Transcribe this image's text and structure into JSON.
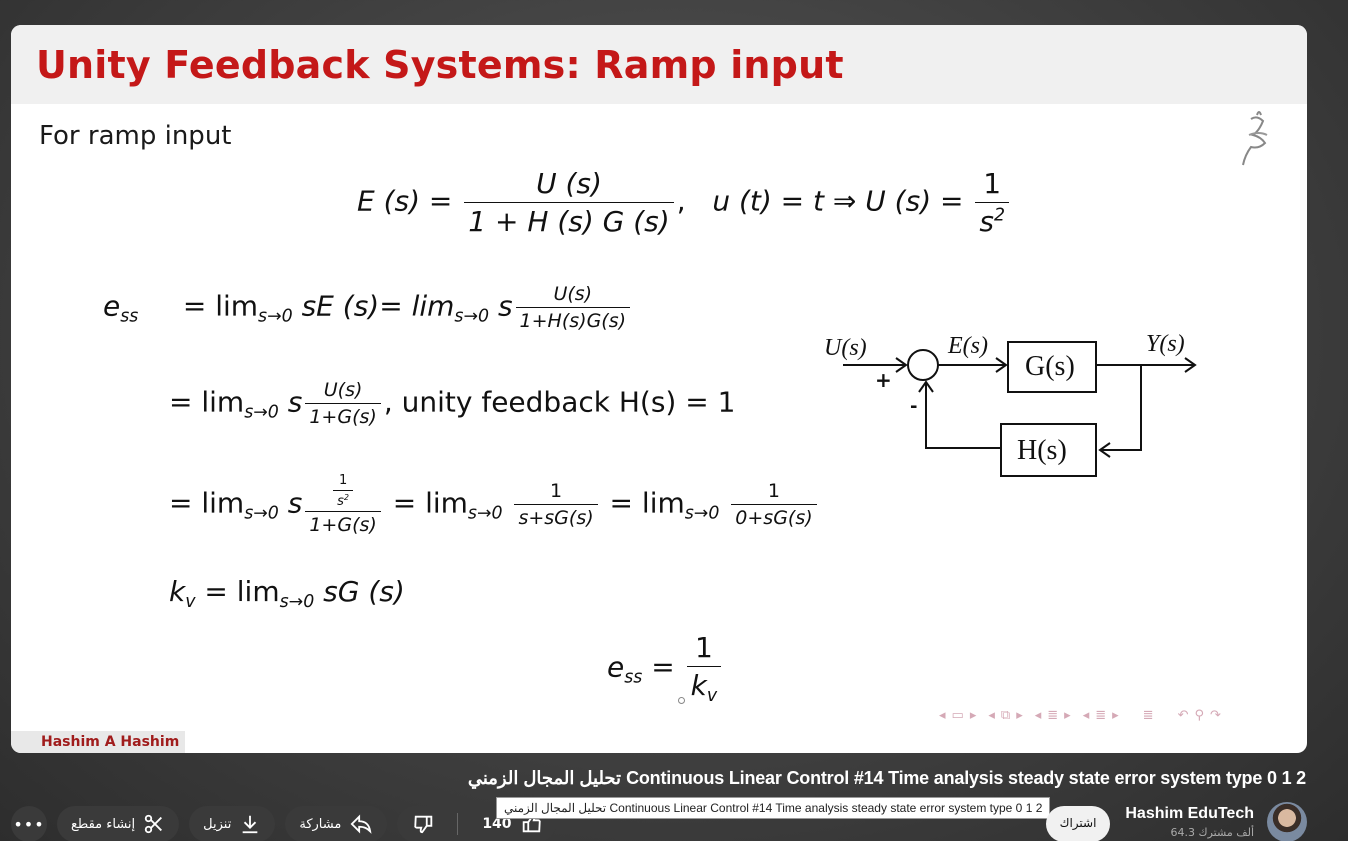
{
  "slide": {
    "title": "Unity Feedback Systems: Ramp input",
    "intro": "For ramp input",
    "logo_icon": "arabic-calligraphy-logo-icon",
    "author": "Hashim A Hashim",
    "equations": {
      "error_def": {
        "lhs": "E (s) =",
        "num": "U (s)",
        "den": "1 + H (s) G (s)",
        "tail": ",",
        "input": "u (t) = t ⇒ U (s) =",
        "input_num": "1",
        "input_den": "s",
        "input_den_exp": "2"
      },
      "ess_line1": {
        "lhs": "e",
        "lhs_sub": "ss",
        "eq": "= lim",
        "lim_sub": "s→0",
        "mid": "sE (s)= lim",
        "lim_sub2": "s→0",
        "s": "s",
        "num": "U(s)",
        "den": "1+H(s)G(s)"
      },
      "ess_line2": {
        "eq": "= lim",
        "lim_sub": "s→0",
        "s": "s",
        "num": "U(s)",
        "den": "1+G(s)",
        "tail": ", unity feedback H(s) = 1"
      },
      "ess_line3": {
        "eq": "= lim",
        "lim_sub": "s→0",
        "s": "s",
        "inner_num": "1",
        "inner_den": "s",
        "inner_den_exp": "2",
        "den": "1+G(s)",
        "eq2": "= lim",
        "lim_sub2": "s→0",
        "num2": "1",
        "den2": "s+sG(s)",
        "eq3": "= lim",
        "lim_sub3": "s→0",
        "num3": "1",
        "den3": "0+sG(s)"
      },
      "kv": {
        "lhs": "k",
        "lhs_sub": "v",
        "eq": "= lim",
        "lim_sub": "s→0",
        "rhs": "sG (s)"
      },
      "final": {
        "lhs": "e",
        "lhs_sub": "ss",
        "eq": "=",
        "num": "1",
        "den": "k",
        "den_sub": "v"
      }
    },
    "diagram": {
      "input_label": "U(s)",
      "error_label": "E(s)",
      "output_label": "Y(s)",
      "forward_block": "G(s)",
      "feedback_block": "H(s)",
      "plus_sign": "+",
      "minus_sign": "-"
    },
    "nav_icons": [
      "prev-frame-icon",
      "frame-icon",
      "next-frame-icon",
      "prev-subsection-icon",
      "subsection-icon",
      "next-subsection-icon",
      "prev-section-icon",
      "section-icon",
      "next-section-icon",
      "prev-slide-icon",
      "slide-icon",
      "next-slide-icon",
      "toc-icon",
      "back-icon",
      "search-icon",
      "forward-icon"
    ]
  },
  "video": {
    "title": "تحليل المجال الزمني Continuous Linear Control #14 Time analysis steady state error system type 0 1 2",
    "tooltip": "تحليل المجال الزمني Continuous Linear Control #14 Time analysis steady state error system type 0 1 2",
    "channel_name": "Hashim EduTech",
    "subscribers": "64.3 ألف مشترك",
    "subscribe_label": "اشتراك",
    "like_count": "140",
    "share_label": "مشاركة",
    "download_label": "تنزيل",
    "clip_label": "إنشاء مقطع",
    "more_label": "•••"
  },
  "colors": {
    "title_red": "#c41818",
    "author_red": "#a01c1c",
    "nav_pink": "#d5a9b6"
  }
}
